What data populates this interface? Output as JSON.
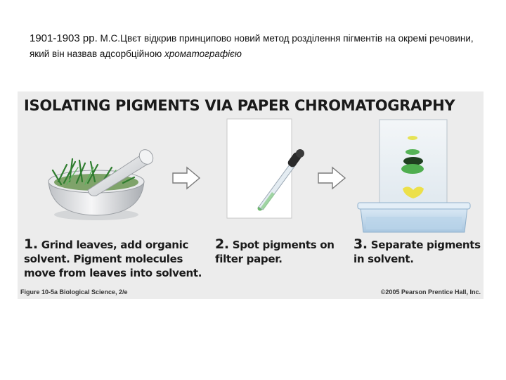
{
  "caption": {
    "years": "1901-1903 рр.",
    "text": " М.С.Цвєт відкрив принципово новий метод розділення пігментів на окремі речовини, який він назвав адсорбційною ",
    "term": "хроматографією"
  },
  "figure": {
    "title": "ISOLATING PIGMENTS VIA PAPER CHROMATOGRAPHY",
    "steps": [
      {
        "num": "1.",
        "text": "Grind leaves, add organic solvent. Pigment molecules move from leaves into solvent."
      },
      {
        "num": "2.",
        "text": "Spot pigments on filter paper."
      },
      {
        "num": "3.",
        "text": "Separate pigments in solvent."
      }
    ],
    "credit_left": "Figure 10-5a  Biological Science, 2/e",
    "credit_right": "©2005 Pearson Prentice Hall, Inc."
  }
}
